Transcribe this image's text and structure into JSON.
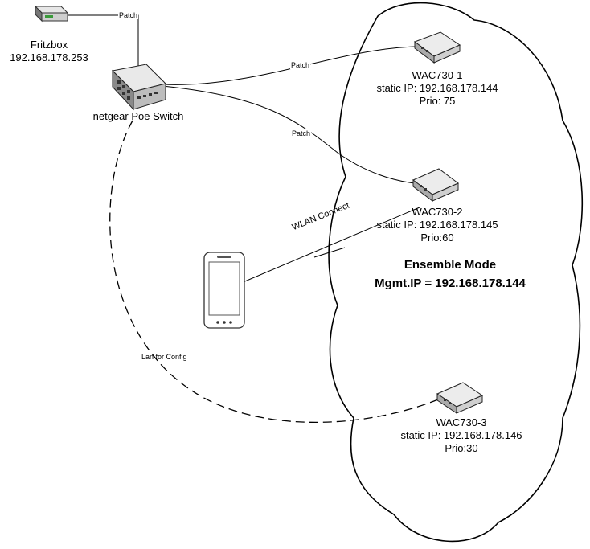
{
  "fritzbox": {
    "name": "Fritzbox",
    "ip": "192.168.178.253"
  },
  "switch": {
    "name": "netgear Poe Switch"
  },
  "aps": [
    {
      "name": "WAC730-1",
      "ip": "static IP: 192.168.178.144",
      "prio": "Prio: 75"
    },
    {
      "name": "WAC730-2",
      "ip": "static IP: 192.168.178.145",
      "prio": "Prio:60"
    },
    {
      "name": "WAC730-3",
      "ip": "static IP: 192.168.178.146",
      "prio": "Prio:30"
    }
  ],
  "cloud": {
    "title": "Ensemble Mode",
    "mgmt": "Mgmt.IP = 192.168.178.144"
  },
  "links": {
    "patch_top": "Patch",
    "patch_ap1": "Patch",
    "patch_ap2": "Patch",
    "wlan": "WLAN Connect",
    "lan": "Lan for Config"
  }
}
